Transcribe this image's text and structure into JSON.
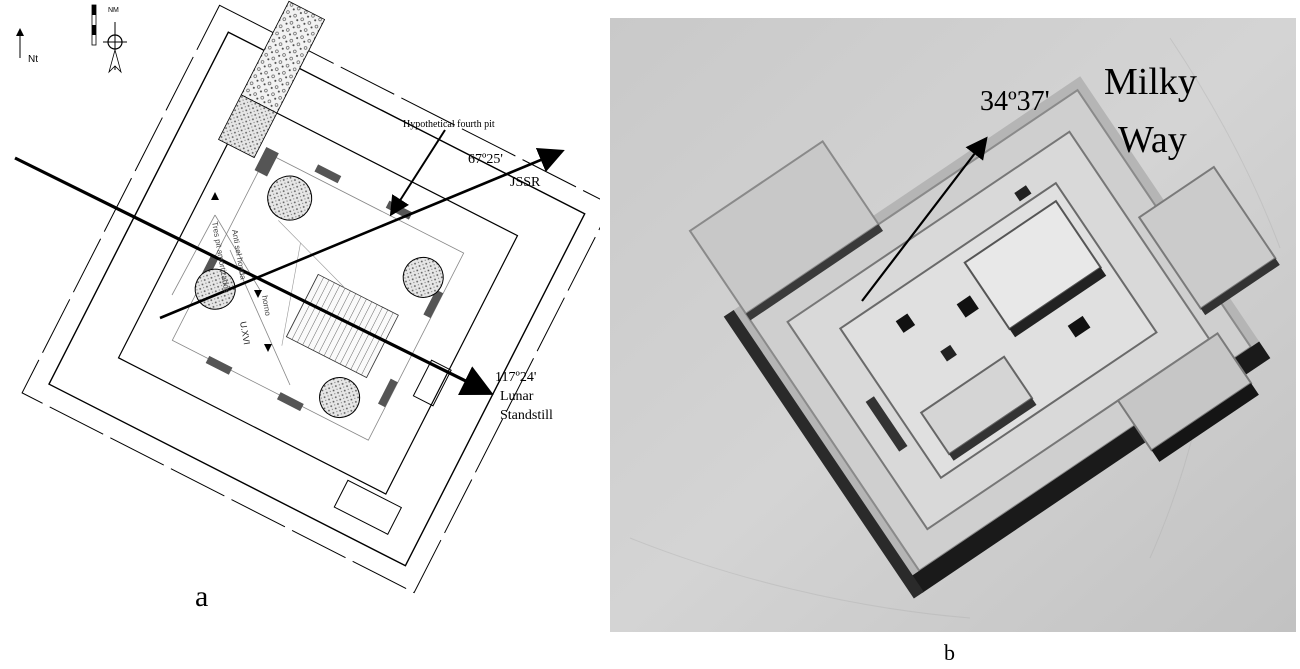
{
  "panel_a": {
    "label": "a",
    "north_label": "Nt",
    "magnetic_north_label": "NM",
    "pit_annotation": "Hypothetical fourth pit",
    "jssr_angle": "67º25'",
    "jssr_label": "JSSR",
    "lunar_angle": "117º24'",
    "lunar_label_1": "Lunar",
    "lunar_label_2": "Standstill",
    "rotated_label_1": "Tres pit amortizados",
    "rotated_label_2": "Anti sel honda",
    "rotated_label_3": "horno",
    "rotated_label_4": "U.XVI"
  },
  "panel_b": {
    "label": "b",
    "angle": "34º37'",
    "title_line_1": "Milky",
    "title_line_2": "Way"
  }
}
